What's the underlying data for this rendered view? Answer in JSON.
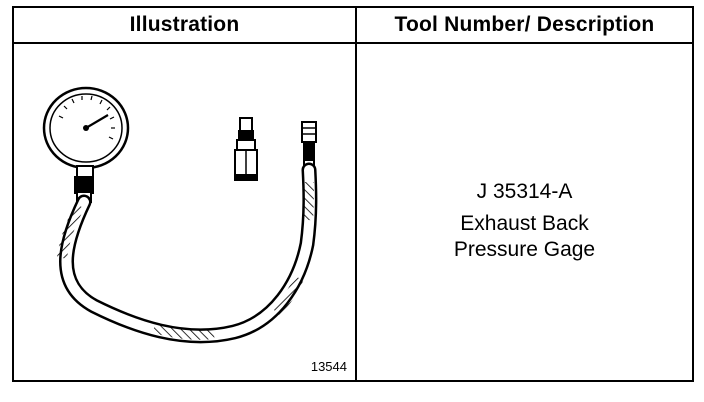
{
  "table": {
    "header_illustration": "Illustration",
    "header_tool": "Tool Number/ Description"
  },
  "tool": {
    "number": "J 35314-A",
    "description_line1": "Exhaust Back",
    "description_line2": "Pressure Gage",
    "figure_number": "13544"
  }
}
